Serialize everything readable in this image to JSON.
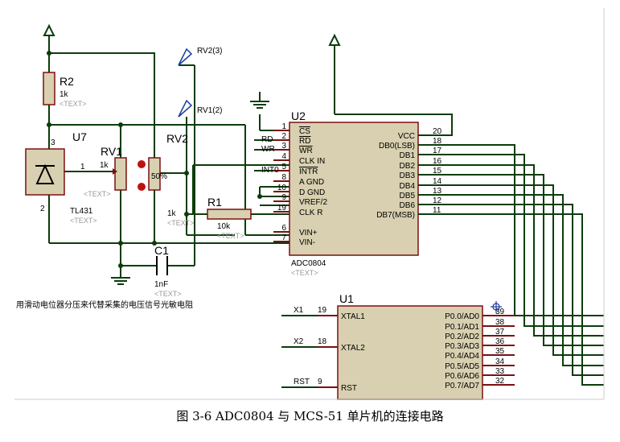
{
  "caption": "图 3-6 ADC0804 与 MCS-51 单片机的连接电路",
  "note": "用滑动电位器分压来代替采集的电压信号光敏电阻",
  "text_placeholder": "<TEXT>",
  "probe_rv2": "RV2(3)",
  "probe_rv1": "RV1(2)",
  "components": {
    "r2": {
      "ref": "R2",
      "value": "1k"
    },
    "u7": {
      "ref": "U7",
      "value": "TL431"
    },
    "rv1": {
      "ref": "RV1",
      "value": "1k"
    },
    "rv2": {
      "ref": "RV2",
      "value": "1k",
      "pct": "50%"
    },
    "r1": {
      "ref": "R1",
      "value": "10k"
    },
    "c1": {
      "ref": "C1",
      "value": "1nF"
    },
    "u2": {
      "ref": "U2",
      "part": "ADC0804"
    },
    "u1": {
      "ref": "U1"
    }
  },
  "u7_pins": [
    "3",
    "1",
    "2"
  ],
  "u2_left_pins": [
    {
      "num": "1",
      "name": "CS"
    },
    {
      "num": "2",
      "name": "RD"
    },
    {
      "num": "3",
      "name": "WR"
    },
    {
      "num": "4",
      "name": "CLK IN"
    },
    {
      "num": "5",
      "name": "INTR"
    },
    {
      "num": "8",
      "name": "A GND"
    },
    {
      "num": "10",
      "name": "D GND"
    },
    {
      "num": "9",
      "name": "VREF/2"
    },
    {
      "num": "19",
      "name": "CLK R"
    },
    {
      "num": "6",
      "name": "VIN+"
    },
    {
      "num": "7",
      "name": "VIN-"
    }
  ],
  "u2_right_pins": [
    {
      "num": "20",
      "name": "VCC"
    },
    {
      "num": "18",
      "name": "DB0(LSB)"
    },
    {
      "num": "17",
      "name": "DB1"
    },
    {
      "num": "16",
      "name": "DB2"
    },
    {
      "num": "15",
      "name": "DB3"
    },
    {
      "num": "14",
      "name": "DB4"
    },
    {
      "num": "13",
      "name": "DB5"
    },
    {
      "num": "12",
      "name": "DB6"
    },
    {
      "num": "11",
      "name": "DB7(MSB)"
    }
  ],
  "u2_net_labels": [
    "RD",
    "WR",
    "INT0"
  ],
  "u1_left_pins": [
    {
      "num": "19",
      "name": "XTAL1",
      "net": "X1"
    },
    {
      "num": "18",
      "name": "XTAL2",
      "net": "X2"
    },
    {
      "num": "9",
      "name": "RST",
      "net": "RST"
    }
  ],
  "u1_right_pins": [
    {
      "num": "39",
      "name": "P0.0/AD0"
    },
    {
      "num": "38",
      "name": "P0.1/AD1"
    },
    {
      "num": "37",
      "name": "P0.2/AD2"
    },
    {
      "num": "36",
      "name": "P0.3/AD3"
    },
    {
      "num": "35",
      "name": "P0.4/AD4"
    },
    {
      "num": "34",
      "name": "P0.5/AD5"
    },
    {
      "num": "33",
      "name": "P0.6/AD6"
    },
    {
      "num": "32",
      "name": "P0.7/AD7"
    }
  ]
}
